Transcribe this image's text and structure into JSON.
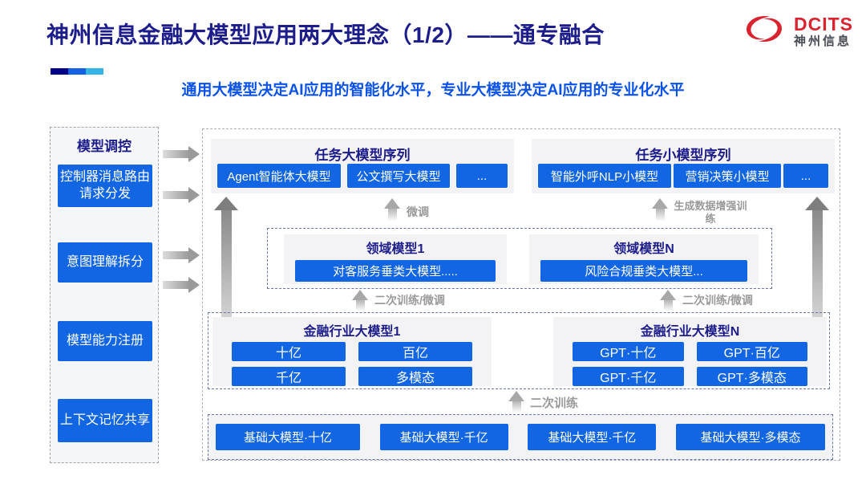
{
  "header": {
    "title": "神州信息金融大模型应用两大理念（1/2）——通专融合",
    "subtitle": "通用大模型决定AI应用的智能化水平，专业大模型决定AI应用的专业化水平",
    "accent_colors": [
      "#00008b",
      "#1461e4",
      "#35b5e5"
    ],
    "logo": {
      "brand": "DCITS",
      "brand_cn": "神州信息"
    }
  },
  "sidebar": {
    "title": "模型调控",
    "items": [
      {
        "label": "控制器消息路由请求分发"
      },
      {
        "label": "意图理解拆分"
      },
      {
        "label": "模型能力注册"
      },
      {
        "label": "上下文记忆共享"
      }
    ]
  },
  "diagram": {
    "task_large": {
      "title": "任务大模型序列",
      "items": [
        "Agent智能体大模型",
        "公文撰写大模型",
        "..."
      ]
    },
    "task_small": {
      "title": "任务小模型序列",
      "items": [
        "智能外呼NLP小模型",
        "营销决策小模型",
        "..."
      ]
    },
    "labels": {
      "finetune": "微调",
      "gen_train": "生成数据增强训练",
      "retrain_left": "二次训练/微调",
      "retrain_right": "二次训练/微调",
      "retrain": "二次训练"
    },
    "domain": {
      "box1": {
        "title": "领域模型1",
        "item": "对客服务垂类大模型....."
      },
      "boxN": {
        "title": "领域模型N",
        "item": "风险合规垂类大模型..."
      }
    },
    "industry": {
      "box1": {
        "title": "金融行业大模型1",
        "items": [
          "十亿",
          "百亿",
          "千亿",
          "多模态"
        ]
      },
      "boxN": {
        "title": "金融行业大模型N",
        "items": [
          "GPT·十亿",
          "GPT·百亿",
          "GPT·千亿",
          "GPT·多模态"
        ]
      }
    },
    "base": {
      "items": [
        "基础大模型·十亿",
        "基础大模型·千亿",
        "基础大模型·千亿",
        "基础大模型·多模态"
      ]
    }
  },
  "colors": {
    "box_blue": "#1266e3",
    "navy": "#1c1c8a",
    "subtitle_blue": "#0a52e8",
    "logo_red": "#d9232e"
  }
}
